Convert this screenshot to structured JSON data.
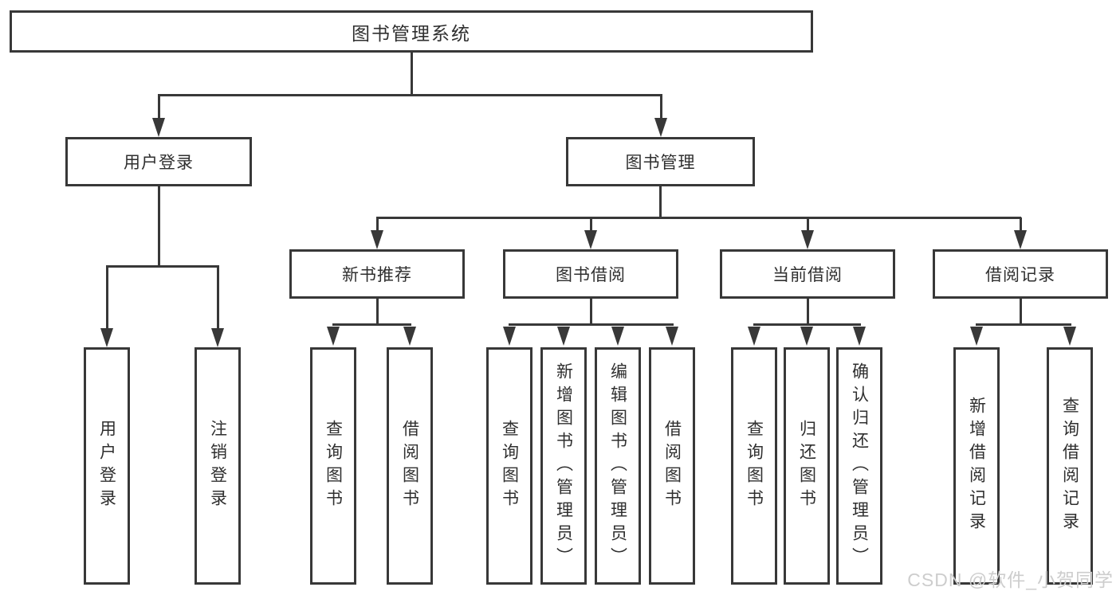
{
  "tree": {
    "root": {
      "label": "图书管理系统"
    },
    "branches": [
      {
        "label": "用户登录",
        "children": [
          "用户登录",
          "注销登录"
        ]
      },
      {
        "label": "图书管理",
        "children": [
          {
            "label": "新书推荐",
            "children": [
              "查询图书",
              "借阅图书"
            ]
          },
          {
            "label": "图书借阅",
            "children": [
              "查询图书",
              "新增图书（管理员）",
              "编辑图书（管理员）",
              "借阅图书"
            ]
          },
          {
            "label": "当前借阅",
            "children": [
              "查询图书",
              "归还图书",
              "确认归还（管理员）"
            ]
          },
          {
            "label": "借阅记录",
            "children": [
              "新增借阅记录",
              "查询借阅记录"
            ]
          }
        ]
      }
    ]
  },
  "watermark": "CSDN @软件_小贺同学",
  "colors": {
    "line": "#383838",
    "text": "#2f2f2f",
    "background": "#ffffff",
    "watermark": "#cdcdcd"
  }
}
